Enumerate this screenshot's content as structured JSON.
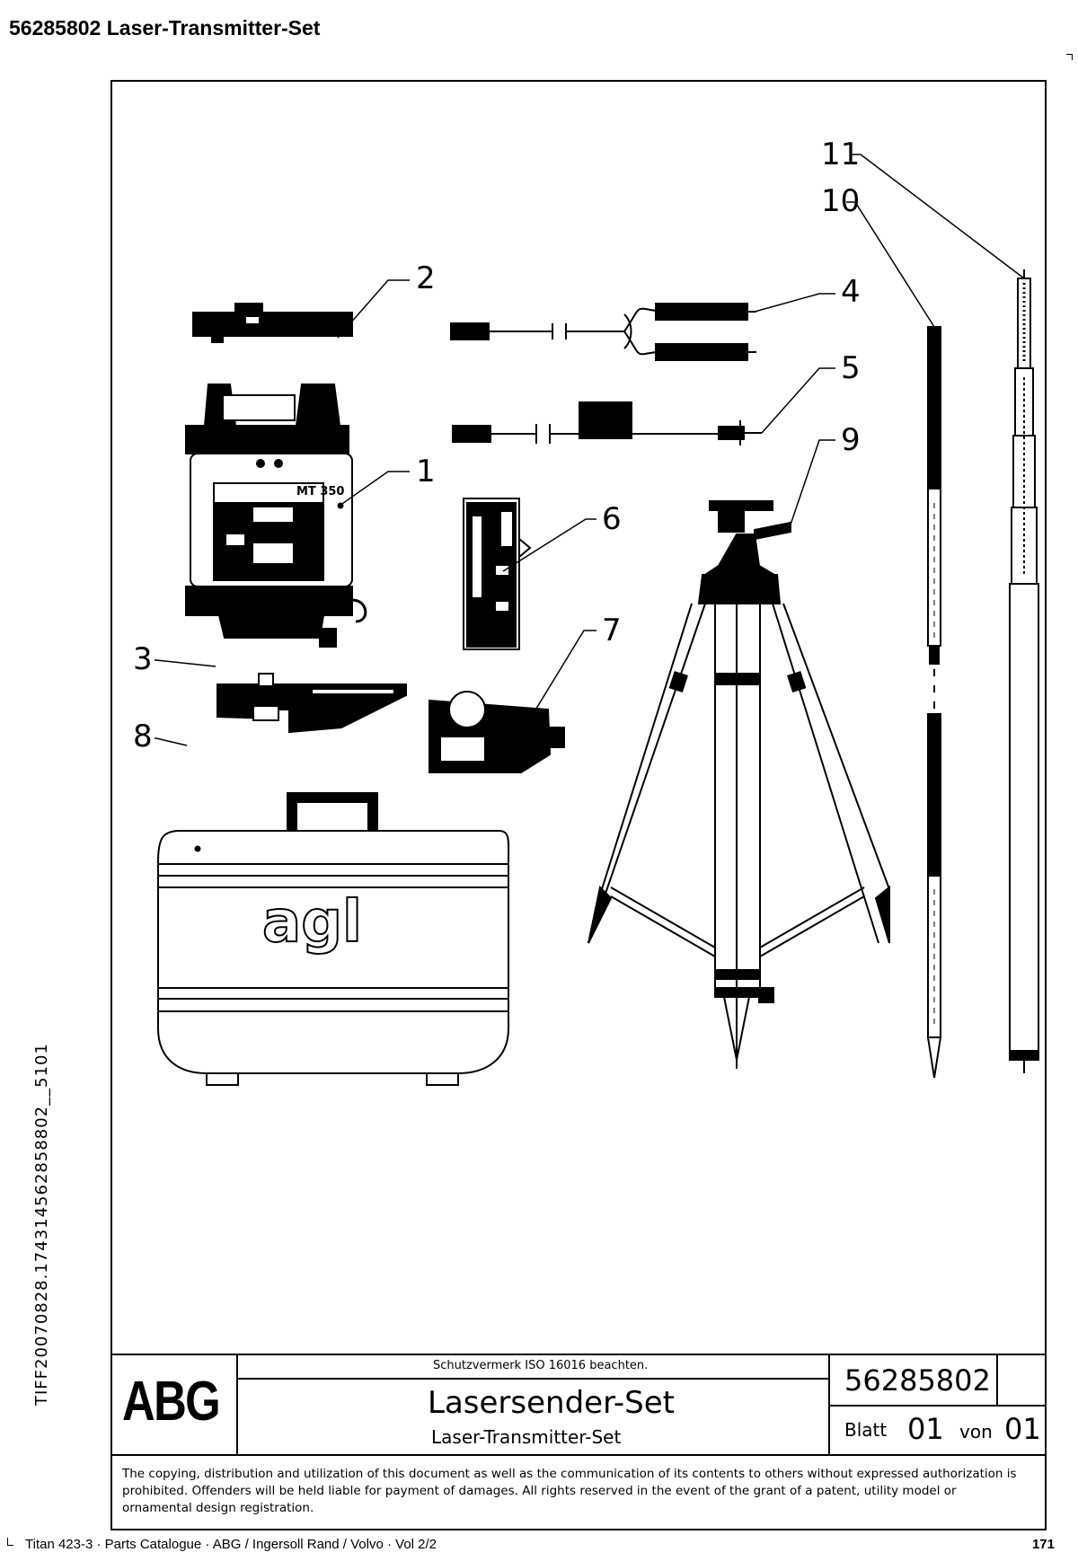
{
  "header": {
    "title": "56285802  Laser-Transmitter-Set"
  },
  "side_code": "TIFF20070828.174314562858802__5101",
  "callouts": [
    "1",
    "2",
    "3",
    "4",
    "5",
    "6",
    "7",
    "8",
    "9",
    "10",
    "11"
  ],
  "drawing_labels": {
    "laser_model": "MT 350",
    "case_brand": "agl"
  },
  "title_block": {
    "logo": "ABG",
    "protection_note": "Schutzvermerk ISO 16016 beachten.",
    "title_de": "Lasersender-Set",
    "title_en": "Laser-Transmitter-Set",
    "drawing_number": "56285802",
    "sheet_label": "Blatt",
    "sheet_number": "01",
    "of_label": "von",
    "sheet_total": "01"
  },
  "copyright": "The copying, distribution and utilization of this document as well as the communication of its contents to others without expressed authorization is prohibited. Offenders will be held liable for payment of damages. All rights reserved in the event of the grant of a patent, utility model or ornamental design registration.",
  "footer": {
    "text": "Titan 423-3  ·  Parts Catalogue  ·  ABG / Ingersoll Rand / Volvo  ·  Vol 2/2",
    "page": "171"
  }
}
